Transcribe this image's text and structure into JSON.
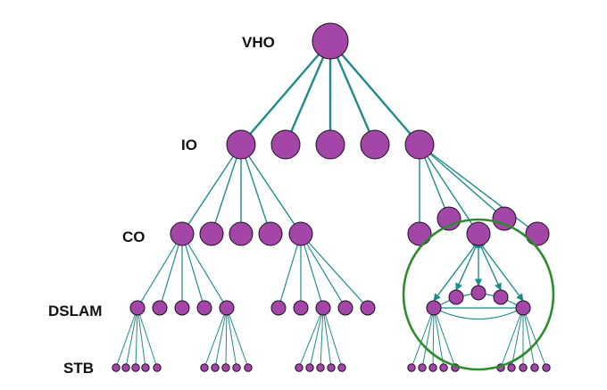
{
  "labels": {
    "vho": "VHO",
    "io": "IO",
    "co": "CO",
    "dslam": "DSLAM",
    "stb": "STB"
  },
  "colors": {
    "node_fill": "#a445a8",
    "node_stroke": "#1a0f1f",
    "tree_edge": "#1f8c8c",
    "highlight_circle": "#2e8b2e"
  }
}
